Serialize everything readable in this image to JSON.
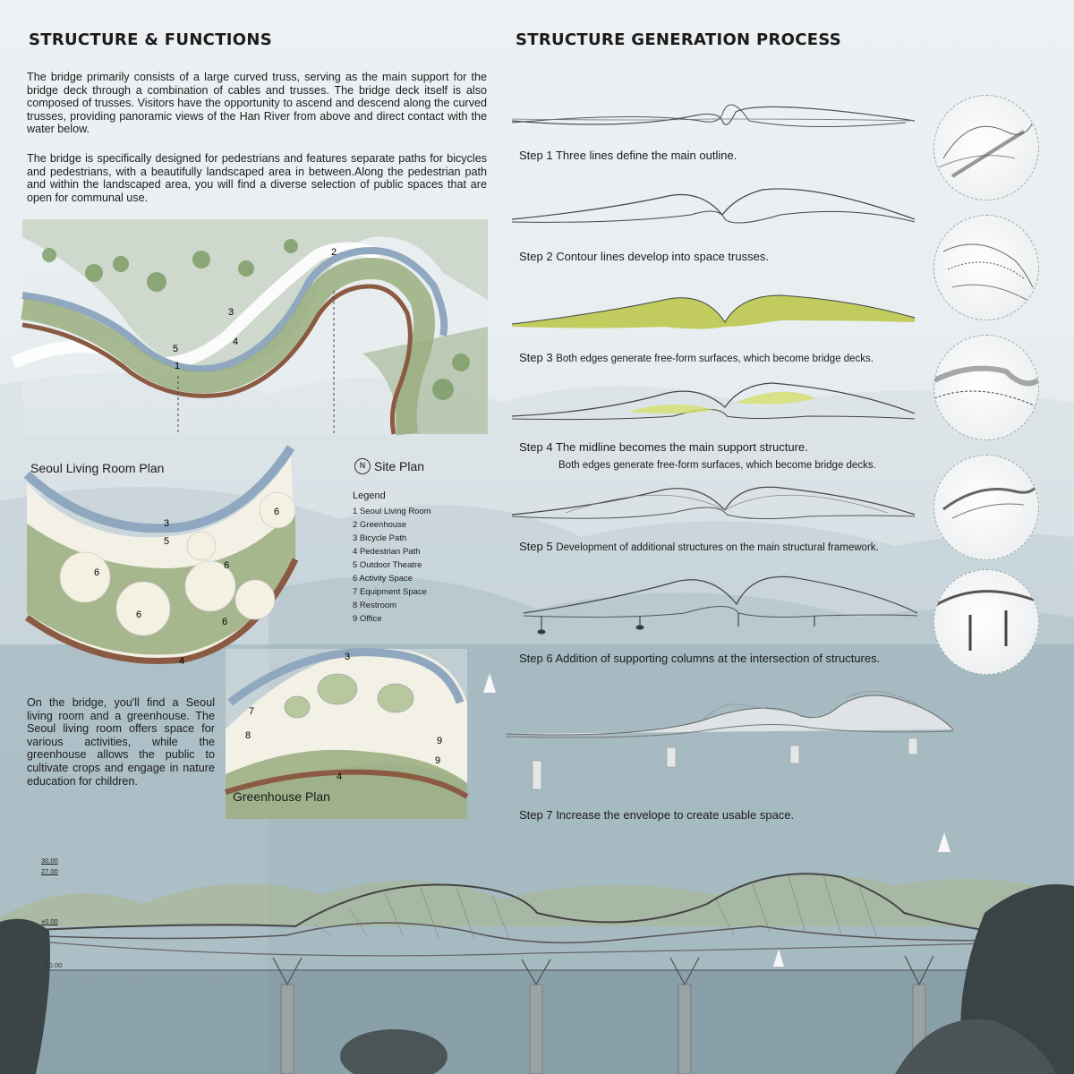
{
  "headings": {
    "left": "STRUCTURE & FUNCTIONS",
    "right": "STRUCTURE GENERATION PROCESS"
  },
  "intro": {
    "p1": "The bridge primarily consists of a large curved truss, serving as the main support for the bridge deck through a combination of cables and trusses. The bridge deck itself is also composed of trusses. Visitors have the opportunity to ascend and descend along the curved trusses, providing panoramic views of the Han River from above and direct contact with the water below.",
    "p2": "The bridge is specifically designed for pedestrians and features separate paths for bicycles and pedestrians, with a beautifully landscaped area in between.Along the pedestrian path and within the landscaped area, you will find a diverse selection of public spaces that are open for communal use."
  },
  "plans": {
    "seoul_label": "Seoul Living Room Plan",
    "greenhouse_label": "Greenhouse Plan",
    "site_label": "Site Plan",
    "north_symbol": "N"
  },
  "legend": {
    "title": "Legend",
    "items": [
      "1 Seoul Living Room",
      "2 Greenhouse",
      "3 Bicycle Path",
      "4 Pedestrian Path",
      "5 Outdoor Theatre",
      "6 Activity Space",
      "7 Equipment Space",
      "8 Restroom",
      "9 Office"
    ]
  },
  "site_numbers": [
    "1",
    "2",
    "3",
    "4",
    "5"
  ],
  "seoul_numbers": [
    "3",
    "5",
    "6",
    "6",
    "6",
    "6",
    "6",
    "4"
  ],
  "greenhouse_numbers": [
    "3",
    "7",
    "8",
    "9",
    "9",
    "4"
  ],
  "bottom_text": "On the bridge, you'll find a Seoul living room and a greenhouse. The Seoul living room offers space for various activities, while the greenhouse allows the public to cultivate crops and engage in nature education for children.",
  "steps": [
    {
      "main": "Step 1 Three lines define the main outline.",
      "sub": ""
    },
    {
      "main": "Step 2 Contour lines develop into space trusses.",
      "sub": ""
    },
    {
      "main": "Step 3",
      "sub": "Both edges generate free-form surfaces, which become bridge decks."
    },
    {
      "main": "Step 4 The midline becomes the main support structure.",
      "sub": "Both edges generate free-form surfaces, which become bridge decks."
    },
    {
      "main": "Step 5",
      "sub": "Development of additional structures on the main structural framework."
    },
    {
      "main": "Step 6 Addition of supporting columns at the intersection of structures.",
      "sub": ""
    },
    {
      "main": "Step 7 Increase the envelope to create usable space.",
      "sub": ""
    }
  ],
  "elevation": {
    "levels": [
      "30.00",
      "27.00",
      "±0.00",
      "-10.00"
    ]
  },
  "colors": {
    "truss": "#5d5d5d",
    "deck_green": "#b7c23a",
    "water": "#8ea3ad",
    "landscape": "#7a9a63",
    "bike_path": "#8fa7bf",
    "ped_path": "#8b5a42"
  }
}
